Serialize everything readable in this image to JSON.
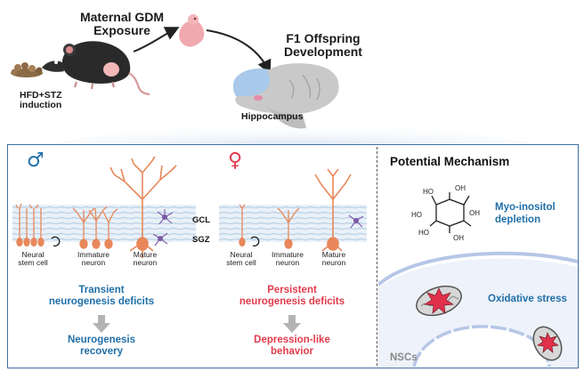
{
  "header": {
    "exposure_label": "Maternal GDM\nExposure",
    "induction_label": "HFD+STZ\ninduction",
    "offspring_label": "F1 Offspring\nDevelopment",
    "hippocampus_label": "Hippocampus"
  },
  "layers": {
    "gcl": "GCL",
    "sgz": "SGZ"
  },
  "male": {
    "symbol": "♂",
    "cells": [
      "Neural\nstem cell",
      "Immature\nneuron",
      "Mature\nneuron"
    ],
    "finding": "Transient\nneurogenesis deficits",
    "outcome": "Neurogenesis\nrecovery"
  },
  "female": {
    "symbol": "♀",
    "cells": [
      "Neural\nstem cell",
      "Immature\nneuron",
      "Mature\nneuron"
    ],
    "finding": "Persistent\nneurogenesis deficits",
    "outcome": "Depression-like\nbehavior"
  },
  "mechanism": {
    "title": "Potential Mechanism",
    "molecule_groups": [
      "HO",
      "OH",
      "HO",
      "OH",
      "HO",
      "OH"
    ],
    "myo_label": "Myo-inositol\ndepletion",
    "oxidative_label": "Oxidative stress",
    "nsc_label": "NSCs"
  },
  "colors": {
    "panel_border": "#3f6fa3",
    "male_accent": "#1f6fa8",
    "female_accent": "#e23b4a",
    "neuron": "#e8875a",
    "glia": "#7c5aa6",
    "mito_red": "#e0304a"
  }
}
